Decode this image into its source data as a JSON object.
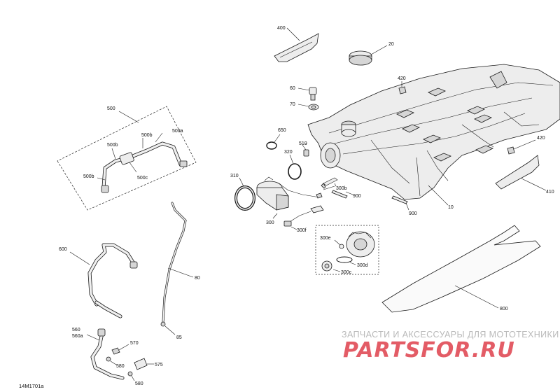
{
  "diagram": {
    "reference_code": "14M1701a",
    "callouts": [
      {
        "id": "c400",
        "text": "400"
      },
      {
        "id": "c20",
        "text": "20"
      },
      {
        "id": "c420a",
        "text": "420"
      },
      {
        "id": "c420b",
        "text": "420"
      },
      {
        "id": "c60",
        "text": "60"
      },
      {
        "id": "c70",
        "text": "70"
      },
      {
        "id": "c650",
        "text": "650"
      },
      {
        "id": "c510",
        "text": "510"
      },
      {
        "id": "c320",
        "text": "320"
      },
      {
        "id": "c310",
        "text": "310"
      },
      {
        "id": "c300",
        "text": "300"
      },
      {
        "id": "c300b",
        "text": "300b"
      },
      {
        "id": "c300f",
        "text": "300f"
      },
      {
        "id": "c900a",
        "text": "900"
      },
      {
        "id": "c900b",
        "text": "900"
      },
      {
        "id": "c10",
        "text": "10"
      },
      {
        "id": "c410",
        "text": "410"
      },
      {
        "id": "c300e",
        "text": "300e"
      },
      {
        "id": "c300d",
        "text": "300d"
      },
      {
        "id": "c300c",
        "text": "300c"
      },
      {
        "id": "c800",
        "text": "800"
      },
      {
        "id": "c500",
        "text": "500"
      },
      {
        "id": "c500b1",
        "text": "500b"
      },
      {
        "id": "c500a",
        "text": "500a"
      },
      {
        "id": "c500b2",
        "text": "500b"
      },
      {
        "id": "c500b3",
        "text": "500b"
      },
      {
        "id": "c500c",
        "text": "500c"
      },
      {
        "id": "c600",
        "text": "600"
      },
      {
        "id": "c80",
        "text": "80"
      },
      {
        "id": "c85",
        "text": "85"
      },
      {
        "id": "c560",
        "text": "560"
      },
      {
        "id": "c560a",
        "text": "560a"
      },
      {
        "id": "c570",
        "text": "570"
      },
      {
        "id": "c575",
        "text": "575"
      },
      {
        "id": "c580a",
        "text": "580"
      },
      {
        "id": "c580b",
        "text": "580"
      }
    ]
  },
  "watermark": {
    "tagline": "ЗАПЧАСТИ И АКСЕССУАРЫ ДЛЯ МОТОТЕХНИКИ",
    "logo": "PARTSFOR.RU"
  }
}
